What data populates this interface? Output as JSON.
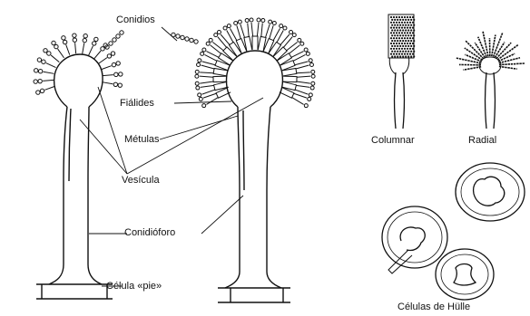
{
  "labels": {
    "conidios": "Conidios",
    "fialides": "Fiálides",
    "metulas": "Métulas",
    "vesicula": "Vesícula",
    "conidioforo": "Conidióforo",
    "celula_pie": "Célula «pie»",
    "columnar": "Columnar",
    "radial": "Radial",
    "celulas_hulle": "Células de Hülle"
  },
  "colors": {
    "ink": "#111111",
    "background": "#ffffff"
  }
}
